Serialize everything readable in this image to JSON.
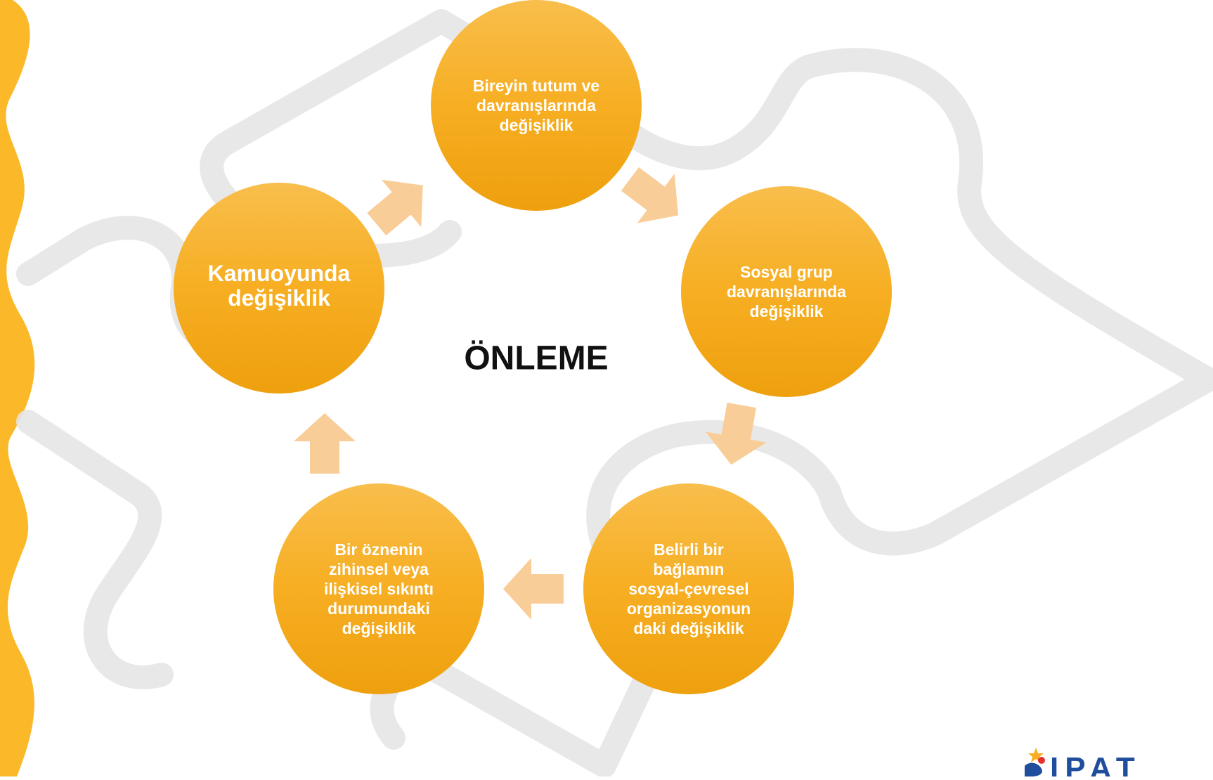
{
  "colors": {
    "node_fill": "#F7AE22",
    "arrow_fill": "#F9CD97",
    "stripe": "#FBB829",
    "puzzle_outline": "#E6E6E6",
    "title": "#111111",
    "logo": "#1F4E9C"
  },
  "center": {
    "title": "ÖNLEME"
  },
  "nodes": [
    {
      "id": "n1",
      "label": "Bireyin tutum ve\ndavranışlarında\ndeğişiklik"
    },
    {
      "id": "n2",
      "label": "Sosyal grup\ndavranışlarında\ndeğişiklik"
    },
    {
      "id": "n3",
      "label": "Belirli bir\nbağlamın\nsosyal-çevresel\norganizasyonun\ndaki değişiklik"
    },
    {
      "id": "n4",
      "label": "Bir öznenin\nzihinsel veya\nilişkisel sıkıntı\ndurumundaki\ndeğişiklik"
    },
    {
      "id": "n5",
      "label": "Kamuoyunda\ndeğişiklik"
    }
  ],
  "logo": {
    "text": "IPAT",
    "icon": "star-figure-icon"
  }
}
